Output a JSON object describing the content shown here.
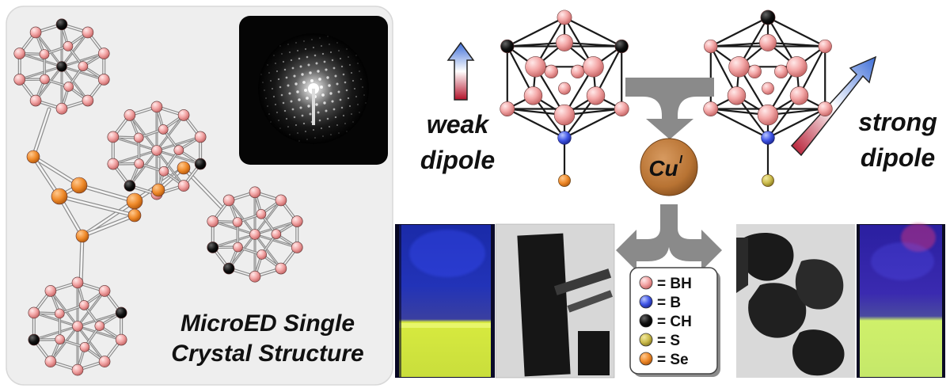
{
  "panel": {
    "title_line1": "MicroED Single",
    "title_line2": "Crystal Structure"
  },
  "left_cluster": {
    "dipole_label_1": "weak",
    "dipole_label_2": "dipole"
  },
  "right_cluster": {
    "dipole_label_1": "strong",
    "dipole_label_2": "dipole"
  },
  "metal": {
    "symbol": "Cu",
    "superscript": "I"
  },
  "legend": [
    {
      "symbol": "= BH",
      "color": "#f2a3a3"
    },
    {
      "symbol": "= B",
      "color": "#3b4fe0"
    },
    {
      "symbol": "= CH",
      "color": "#111111"
    },
    {
      "symbol": "= S",
      "color": "#c9b94a"
    },
    {
      "symbol": "= Se",
      "color": "#f08a2a"
    }
  ],
  "colors": {
    "copper": "#b87333",
    "panel_bg": "#eeeeee",
    "arrow_gray": "#8a8a8a",
    "fluorescence_yellow": "#d9ea4a"
  }
}
